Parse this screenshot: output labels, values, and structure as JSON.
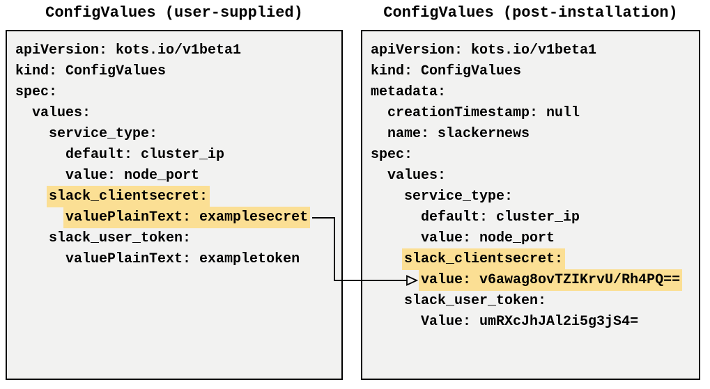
{
  "diagram": {
    "left_panel": {
      "title": "ConfigValues (user-supplied)",
      "lines": [
        {
          "indent": 0,
          "text": "apiVersion: kots.io/v1beta1",
          "highlight": false
        },
        {
          "indent": 0,
          "text": "kind: ConfigValues",
          "highlight": false
        },
        {
          "indent": 0,
          "text": "spec:",
          "highlight": false
        },
        {
          "indent": 2,
          "text": "values:",
          "highlight": false
        },
        {
          "indent": 4,
          "text": "service_type:",
          "highlight": false
        },
        {
          "indent": 6,
          "text": "default: cluster_ip",
          "highlight": false
        },
        {
          "indent": 6,
          "text": "value: node_port",
          "highlight": false
        },
        {
          "indent": 4,
          "text": "slack_clientsecret:",
          "highlight": true
        },
        {
          "indent": 6,
          "text": "valuePlainText: examplesecret",
          "highlight": true
        },
        {
          "indent": 4,
          "text": "slack_user_token:",
          "highlight": false
        },
        {
          "indent": 6,
          "text": "valuePlainText: exampletoken",
          "highlight": false
        }
      ]
    },
    "right_panel": {
      "title": "ConfigValues (post-installation)",
      "lines": [
        {
          "indent": 0,
          "text": "apiVersion: kots.io/v1beta1",
          "highlight": false
        },
        {
          "indent": 0,
          "text": "kind: ConfigValues",
          "highlight": false
        },
        {
          "indent": 0,
          "text": "metadata:",
          "highlight": false
        },
        {
          "indent": 2,
          "text": "creationTimestamp: null",
          "highlight": false
        },
        {
          "indent": 2,
          "text": "name: slackernews",
          "highlight": false
        },
        {
          "indent": 0,
          "text": "spec:",
          "highlight": false
        },
        {
          "indent": 2,
          "text": "values:",
          "highlight": false
        },
        {
          "indent": 4,
          "text": "service_type:",
          "highlight": false
        },
        {
          "indent": 6,
          "text": "default: cluster_ip",
          "highlight": false
        },
        {
          "indent": 6,
          "text": "value: node_port",
          "highlight": false
        },
        {
          "indent": 4,
          "text": "slack_clientsecret:",
          "highlight": true
        },
        {
          "indent": 6,
          "text": "value: v6awag8ovTZIKrvU/Rh4PQ==",
          "highlight": true
        },
        {
          "indent": 4,
          "text": "slack_user_token:",
          "highlight": false
        },
        {
          "indent": 6,
          "text": "Value: umRXcJhJAl2i5g3jS4=",
          "highlight": false
        }
      ]
    },
    "arrow": {
      "from": "valuePlainText: examplesecret",
      "to": "value: v6awag8ovTZIKrvU/Rh4PQ=="
    },
    "colors": {
      "highlight": "#fbdf94",
      "panel_bg": "#f2f2f1",
      "panel_border": "#000000",
      "text": "#000000",
      "page_bg": "#ffffff"
    }
  }
}
